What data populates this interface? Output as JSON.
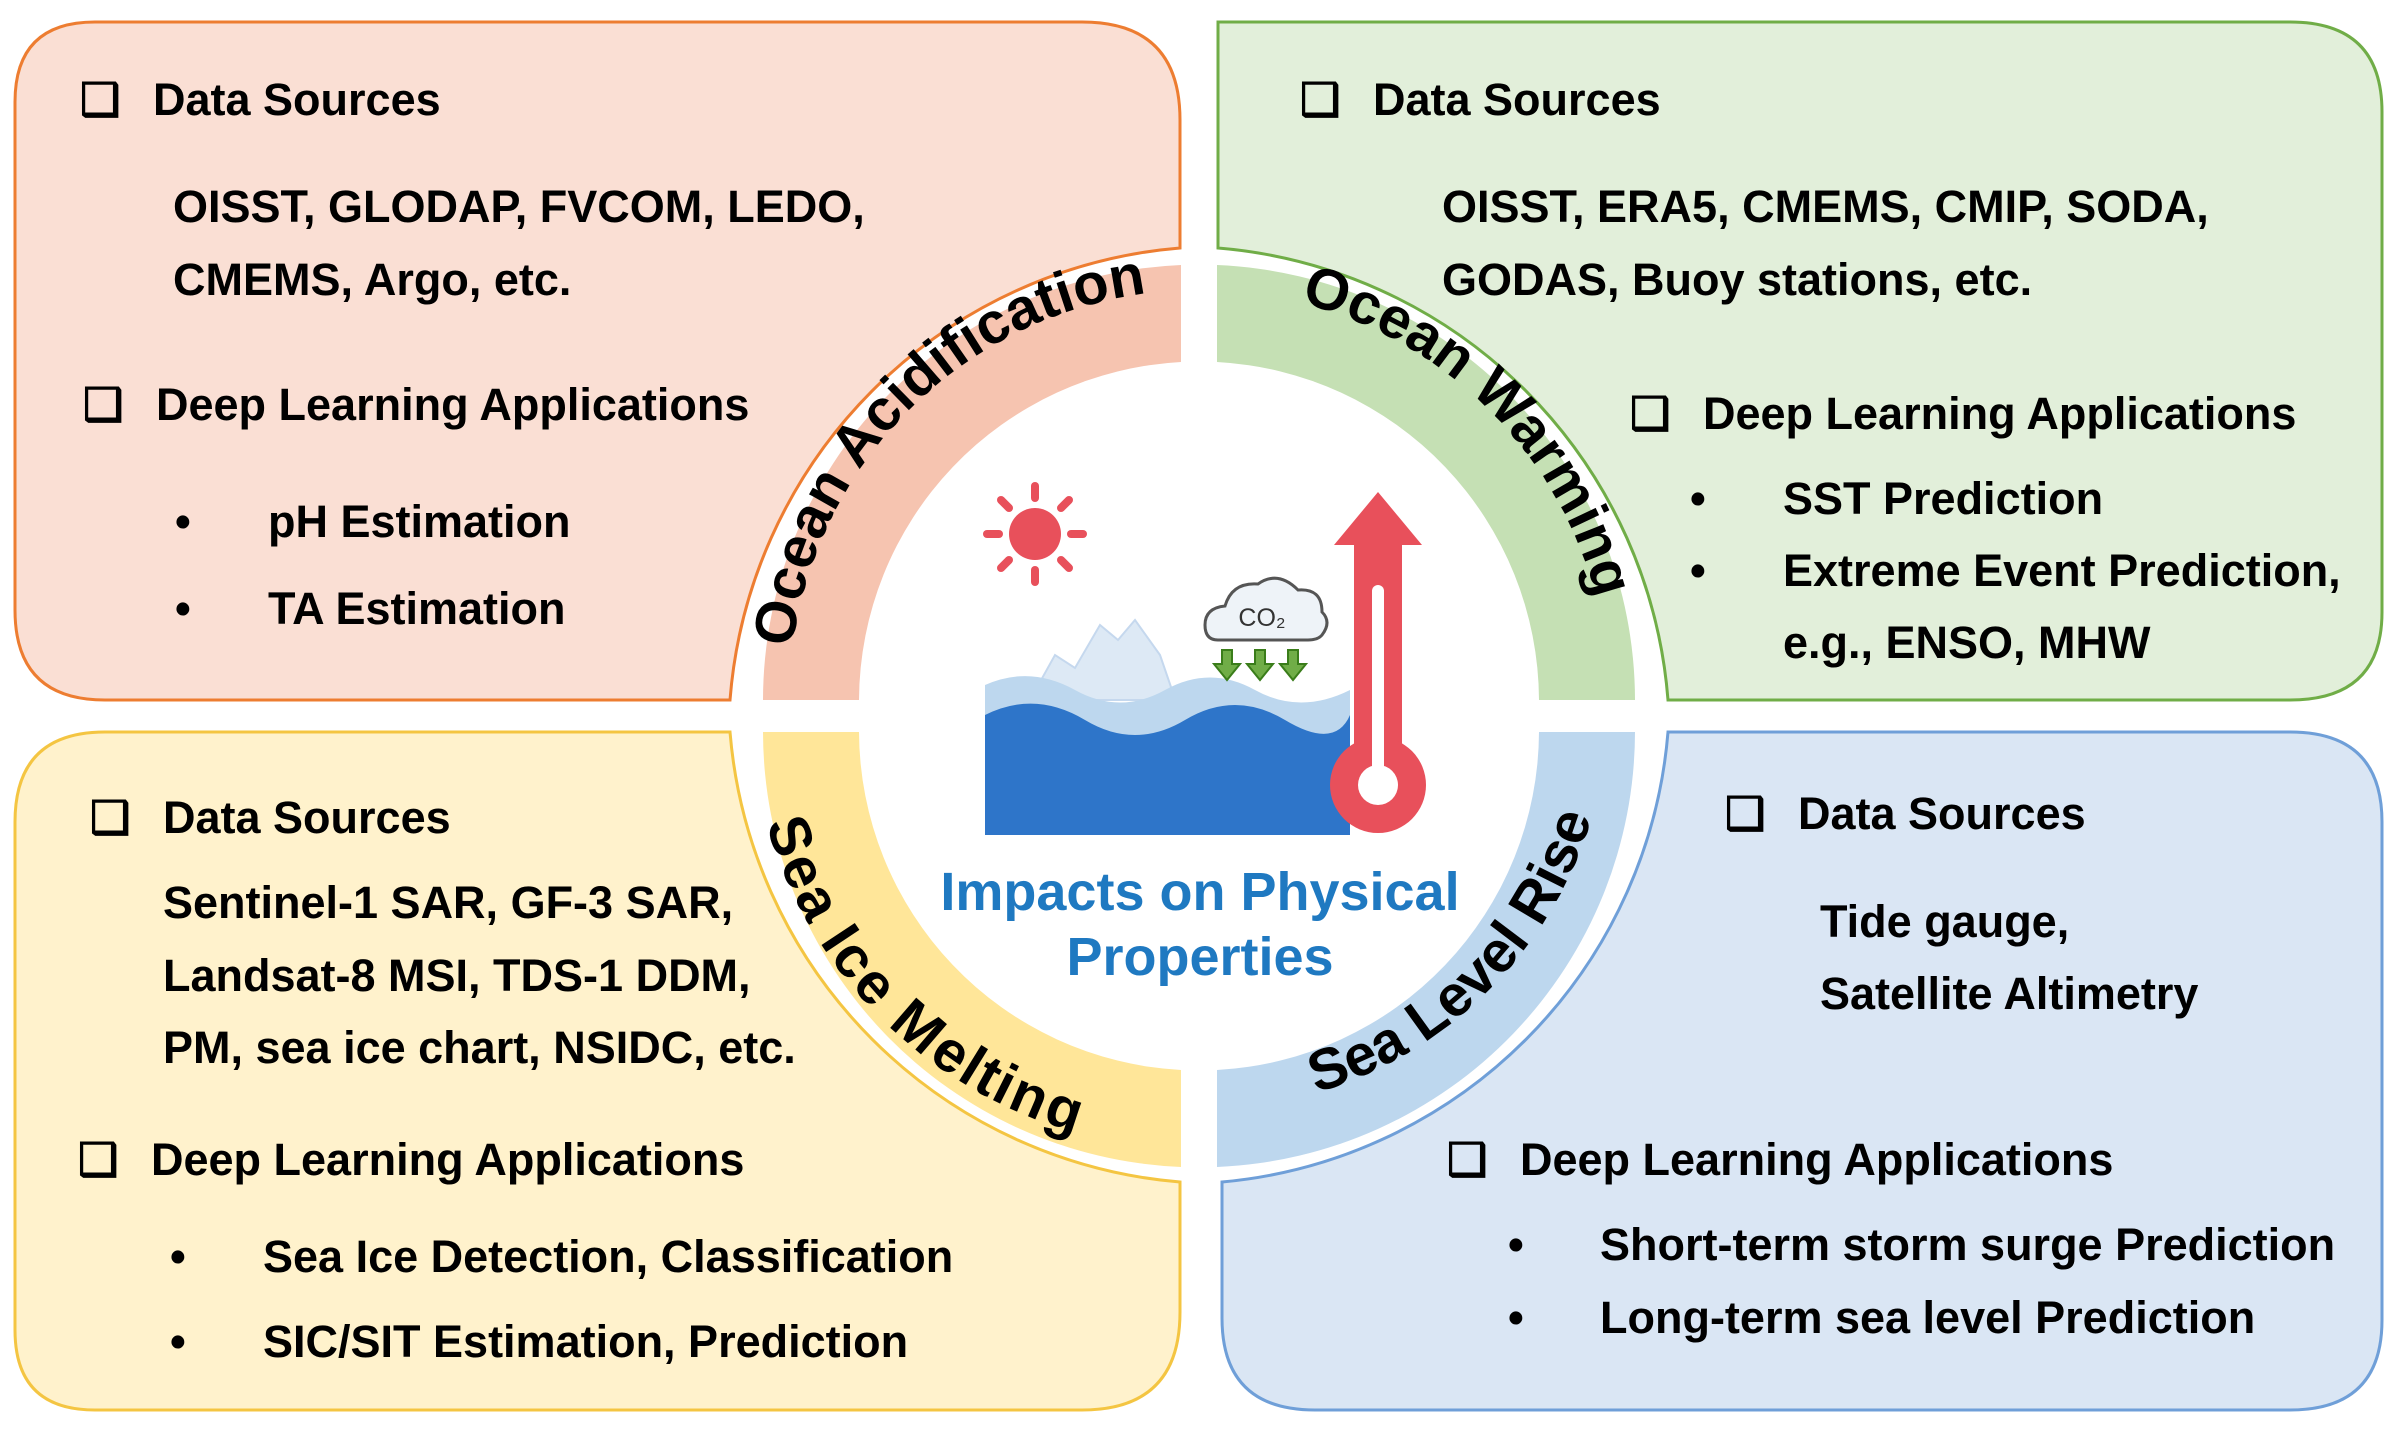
{
  "colors": {
    "acidification_fill": "#fadfd4",
    "acidification_stroke": "#ed7d31",
    "acidification_band": "#f6c4b0",
    "warming_fill": "#e2efda",
    "warming_stroke": "#70ad47",
    "warming_band": "#c5e0b4",
    "ice_fill": "#fff2cc",
    "ice_stroke": "#f4c542",
    "ice_band": "#ffe699",
    "sealevel_fill": "#dae6f4",
    "sealevel_stroke": "#6f9fd8",
    "sealevel_band": "#bdd7ee",
    "center_title": "#1f79c1",
    "thermometer": "#e8505b",
    "sun": "#e8505b",
    "ocean": "#2e75c9",
    "ocean_light": "#bdd7ee"
  },
  "center": {
    "title_line1": "Impacts on Physical",
    "title_line2": "Properties",
    "co2_label": "CO₂",
    "icons": [
      "sun-icon",
      "iceberg-icon",
      "co2-cloud-icon",
      "thermometer-icon",
      "up-arrow-icon"
    ]
  },
  "ring_labels": {
    "acidification": "Ocean Acidification",
    "warming": "Ocean Warming",
    "ice": "Sea Ice Melting",
    "sealevel": "Sea Level Rise"
  },
  "acidification": {
    "ds_heading": "Data Sources",
    "ds_line1": "OISST, GLODAP, FVCOM, LEDO,",
    "ds_line2": "CMEMS, Argo, etc.",
    "dl_heading": "Deep Learning Applications",
    "dl_item1": "pH Estimation",
    "dl_item2": "TA Estimation"
  },
  "warming": {
    "ds_heading": "Data Sources",
    "ds_line1": "OISST, ERA5, CMEMS, CMIP, SODA,",
    "ds_line2": "GODAS, Buoy stations, etc.",
    "dl_heading": "Deep Learning Applications",
    "dl_item1": "SST Prediction",
    "dl_item2": "Extreme Event Prediction,",
    "dl_item2_cont": "e.g., ENSO, MHW"
  },
  "ice": {
    "ds_heading": "Data Sources",
    "ds_line1": "Sentinel-1 SAR, GF-3 SAR,",
    "ds_line2": "Landsat-8 MSI, TDS-1 DDM,",
    "ds_line3": "PM, sea ice chart, NSIDC, etc.",
    "dl_heading": "Deep Learning Applications",
    "dl_item1": "Sea Ice Detection, Classification",
    "dl_item2": "SIC/SIT Estimation, Prediction"
  },
  "sealevel": {
    "ds_heading": "Data Sources",
    "ds_line1": "Tide gauge,",
    "ds_line2": "Satellite Altimetry",
    "dl_heading": "Deep Learning Applications",
    "dl_item1": "Short-term storm surge Prediction",
    "dl_item2": "Long-term sea level Prediction"
  },
  "markers": {
    "checkbox": "❑",
    "bullet": "•"
  }
}
